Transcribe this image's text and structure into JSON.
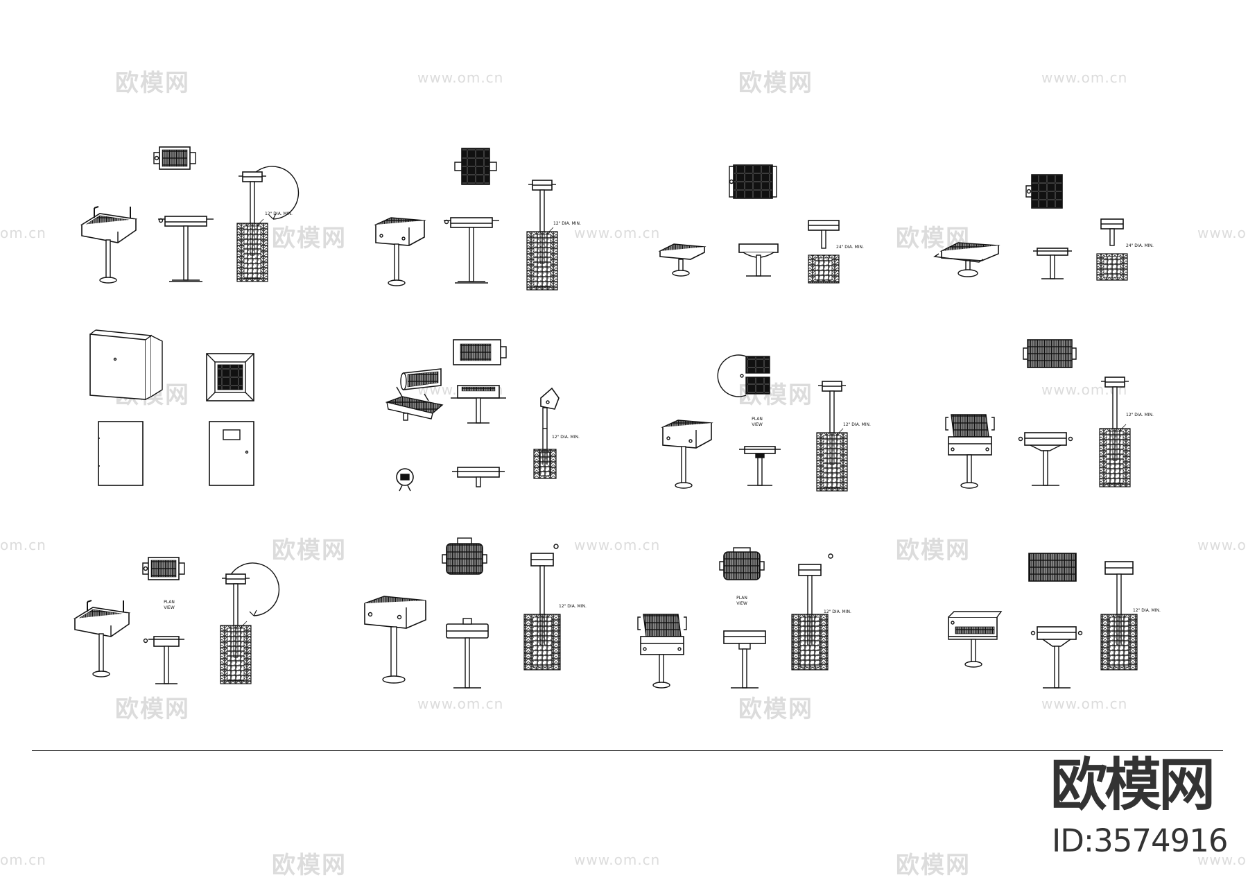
{
  "watermarks": {
    "brand_text": "欧模网",
    "url_text": "www.om.cn",
    "edge_text_left": "om.cn",
    "edge_text_right": "www.o"
  },
  "annotations": {
    "dia_12": "12\" DIA. MIN.",
    "dia_24": "24\" DIA. MIN.",
    "plan_view": [
      "PLAN",
      "VIEW"
    ]
  },
  "footer": {
    "brand_name": "欧模网",
    "id_label": "ID:3574916"
  },
  "colors": {
    "line": "#111111",
    "watermark": "#dcdcdc",
    "footer_text": "#333333"
  }
}
